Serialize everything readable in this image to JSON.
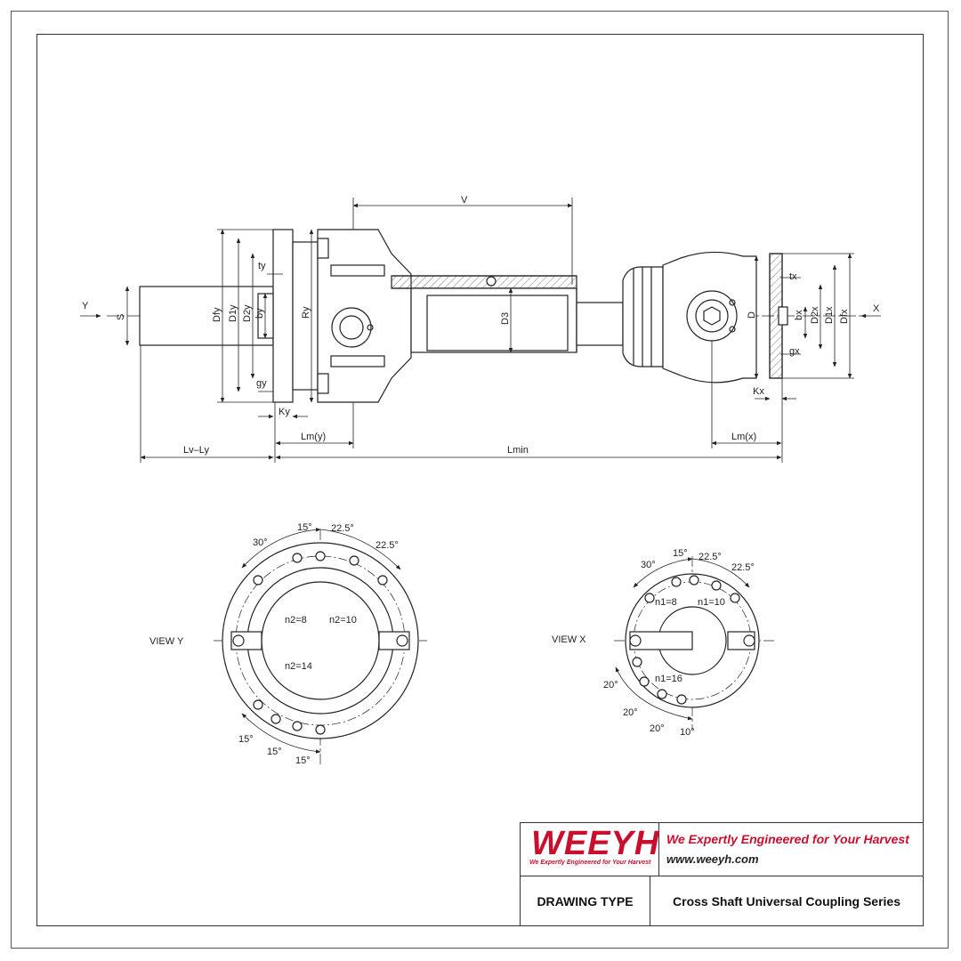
{
  "dimensions": {
    "V": "V",
    "Y": "Y",
    "X": "X",
    "S": "S",
    "Dfy": "Dfy",
    "D1y": "D1y",
    "D2y": "D2y",
    "by": "by",
    "ty": "ty",
    "gy": "gy",
    "Ry": "Ry",
    "Ky": "Ky",
    "D3": "D3",
    "D": "D",
    "tx": "tx",
    "bx": "bx",
    "D2x": "D2x",
    "D1x": "D1x",
    "Dfx": "Dfx",
    "gx": "gx",
    "Kx": "Kx",
    "Lv_Ly": "Lv–Ly",
    "Lm_y": "Lm(y)",
    "Lmin": "Lmin",
    "Lm_x": "Lm(x)"
  },
  "view_y": {
    "label": "VIEW Y",
    "n_a": "n2=8",
    "n_b": "n2=10",
    "n_c": "n2=14",
    "angles_top": [
      "30°",
      "15°",
      "22.5°",
      "22.5°"
    ],
    "angles_bottom": [
      "15°",
      "15°",
      "15°"
    ]
  },
  "view_x": {
    "label": "VIEW X",
    "n_a": "n1=8",
    "n_b": "n1=10",
    "n_c": "n1=16",
    "angles_top": [
      "30°",
      "15°",
      "22.5°",
      "22.5°"
    ],
    "angles_bottom": [
      "20°",
      "20°",
      "20°",
      "10°"
    ]
  },
  "title_block": {
    "logo": "WEEYH",
    "logo_subtitle": "We Expertly Engineered for Your Harvest",
    "tagline": "We Expertly Engineered for Your Harvest",
    "website": "www.weeyh.com",
    "drawing_type_label": "DRAWING TYPE",
    "series": "Cross Shaft Universal Coupling Series"
  },
  "colors": {
    "brand": "#c8102e",
    "line": "#222222"
  }
}
